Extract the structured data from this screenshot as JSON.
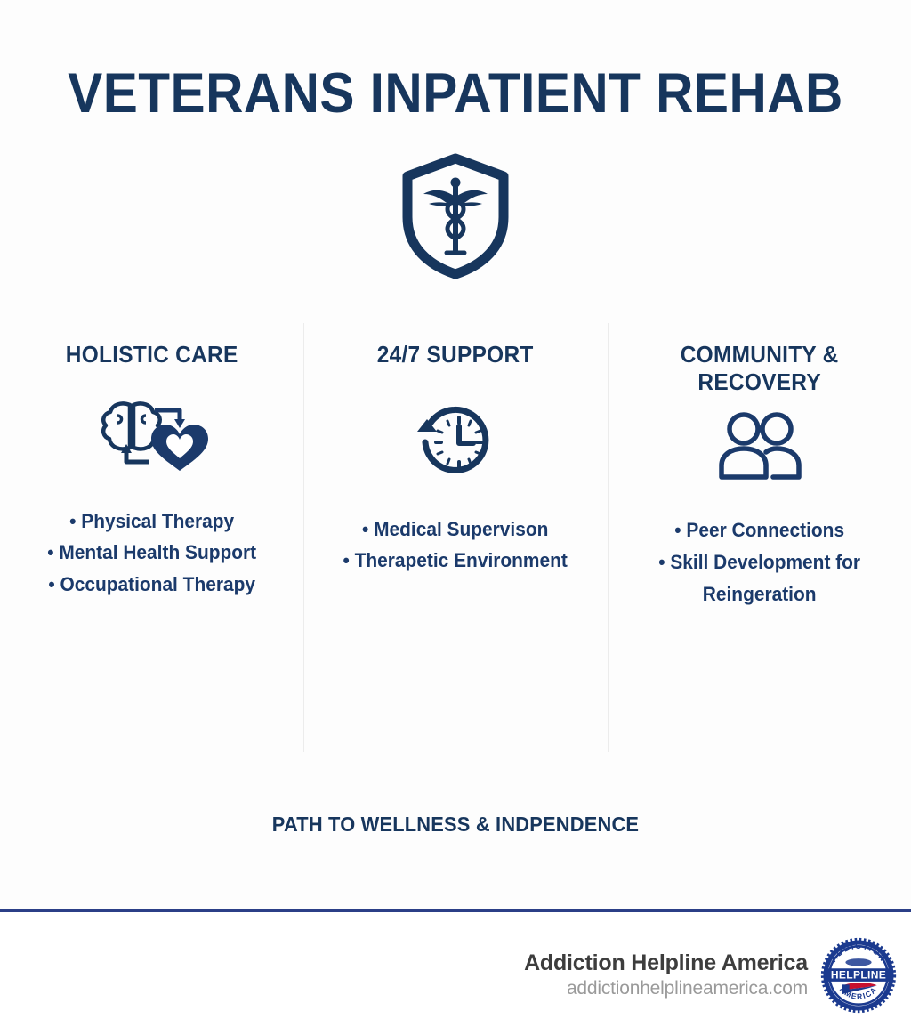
{
  "theme": {
    "navy": "#17365d",
    "navy_mid": "#1b3a6b",
    "rule_blue": "#2b3f87",
    "background": "#fdfdfd",
    "divider_gray": "#ececec",
    "brand_text_gray": "#3d3d3d",
    "brand_url_gray": "#9a9a9a"
  },
  "header": {
    "title": "VETERANS INPATIENT REHAB",
    "hero_icon": "shield-caduceus-icon"
  },
  "columns": [
    {
      "id": "holistic-care",
      "title": "HOLISTIC CARE",
      "title_lines": [
        "HOLISTIC CARE"
      ],
      "icon": "brain-heart-cycle-icon",
      "bullets": [
        "Physical Therapy",
        "Mental Health Support",
        "Occupational Therapy"
      ]
    },
    {
      "id": "support",
      "title": "24/7 SUPPORT",
      "title_lines": [
        "24/7 SUPPORT"
      ],
      "icon": "clock-arrow-icon",
      "bullets": [
        "Medical Supervison",
        "Therapetic Environment"
      ]
    },
    {
      "id": "community-recovery",
      "title": "COMMUNITY & RECOVERY",
      "title_lines": [
        "COMMUNITY &",
        "RECOVERY"
      ],
      "icon": "two-people-icon",
      "bullets": [
        "Peer Connections",
        "Skill Development for",
        "Reingeration"
      ]
    }
  ],
  "tagline": "PATH TO WELLNESS & INDPENDENCE",
  "footer": {
    "brand_name": "Addiction Helpline America",
    "brand_url": "addictionhelplineamerica.com",
    "logo_icon": "addiction-helpline-america-seal-logo",
    "logo_text": {
      "top_arc": "ADDICTION",
      "banner": "HELPLINE",
      "bottom_arc": "AMERICA"
    }
  }
}
